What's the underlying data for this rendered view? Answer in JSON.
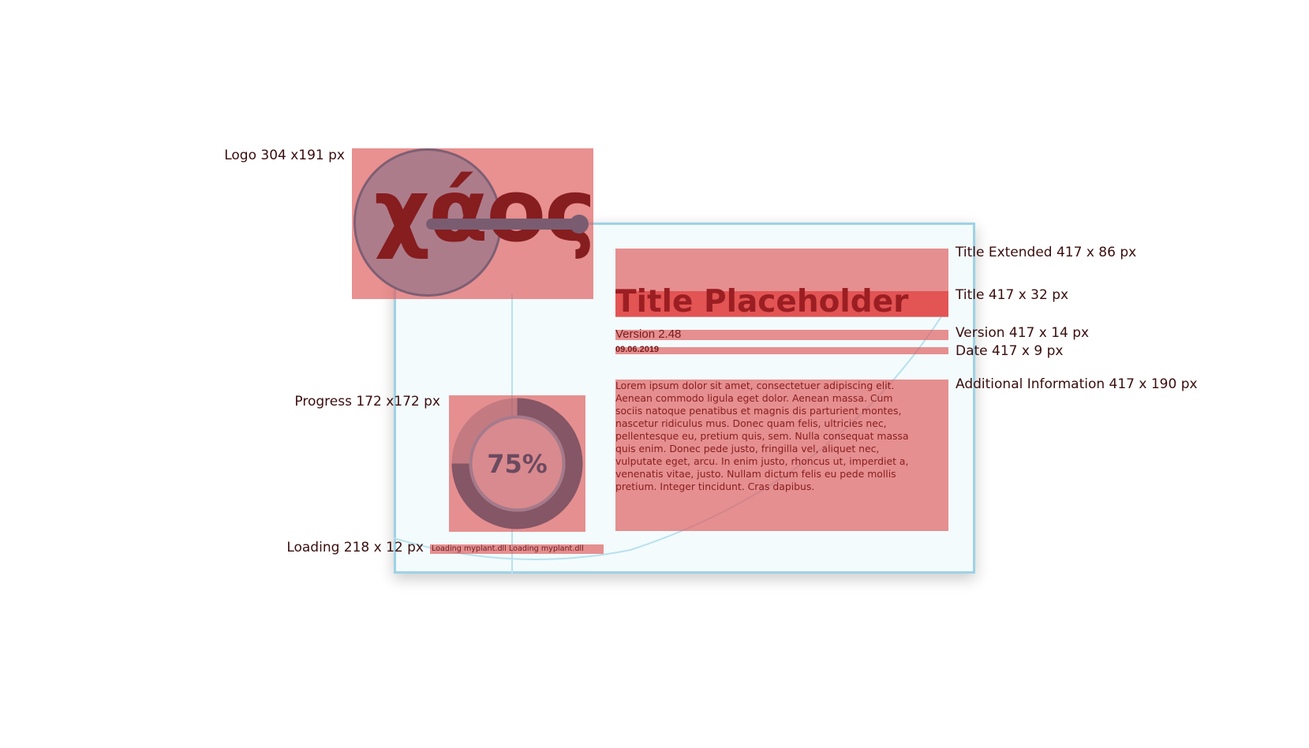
{
  "annotations": {
    "logo": "Logo 304 x191 px",
    "progress": "Progress 172 x172 px",
    "loading": "Loading 218 x 12 px",
    "title_extended": "Title Extended 417 x 86 px",
    "title": "Title 417 x 32 px",
    "version": "Version 417 x 14 px",
    "date": "Date 417 x 9 px",
    "additional_info": "Additional Information 417 x 190 px"
  },
  "logo": {
    "text": "χάος"
  },
  "splash": {
    "title": "Title Placeholder",
    "version": "Version 2.48",
    "date": "09.06.2019",
    "info": "Lorem ipsum dolor sit amet, consectetuer adipiscing elit. Aenean commodo ligula eget dolor. Aenean massa. Cum sociis natoque penatibus et magnis dis parturient montes, nascetur ridiculus mus. Donec quam felis, ultricies nec, pellentesque eu, pretium quis, sem. Nulla consequat massa quis enim. Donec pede justo, fringilla vel, aliquet nec, vulputate eget, arcu. In enim justo, rhoncus ut, imperdiet a, venenatis vitae, justo. Nullam dictum felis eu pede mollis pretium. Integer tincidunt. Cras dapibus.",
    "progress_label": "75%",
    "progress_value": 0.75,
    "loading": "Loading myplant.dll Loading myplant.dll"
  },
  "colors": {
    "placeholder_red": "#de5c5c",
    "window_border": "#9ed2e6",
    "progress_ring": "#845666",
    "annotation_text": "#3a0d0d"
  }
}
